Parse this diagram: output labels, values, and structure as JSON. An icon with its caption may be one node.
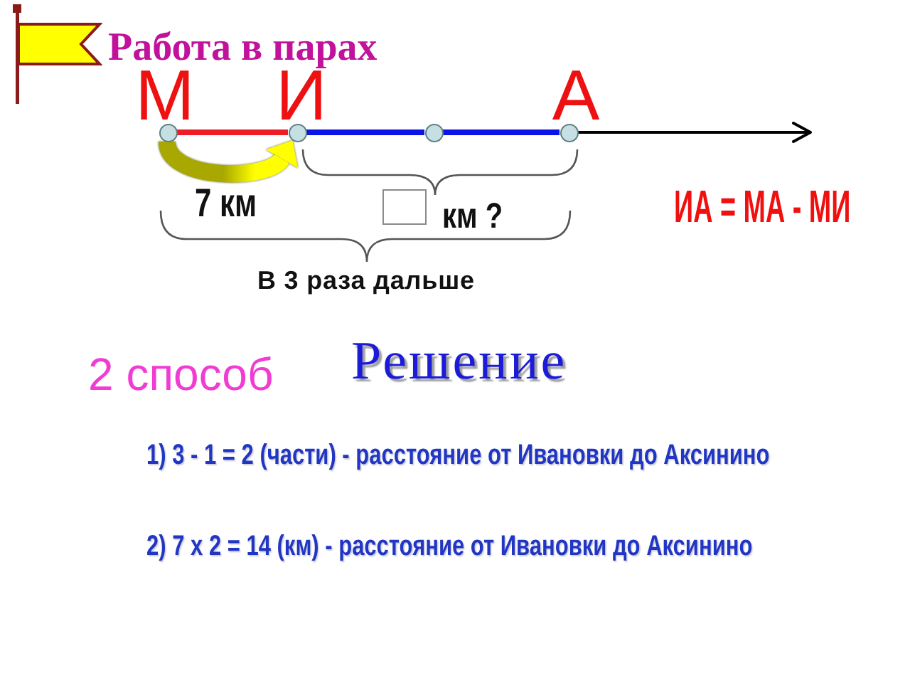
{
  "diagram": {
    "title": "Работа в парах",
    "nodes": [
      {
        "text": [],
        "shape": "circle",
        "beside": [
          "М"
        ]
      },
      {
        "text": [],
        "shape": "circle",
        "beside": [
          "И"
        ]
      },
      {
        "text": [],
        "shape": "circle"
      },
      {
        "text": [],
        "shape": "circle",
        "beside": [
          "А"
        ]
      }
    ],
    "edges": [
      {
        "from": 0,
        "to": 1,
        "arrow": "none",
        "color": "#ee1c24"
      },
      {
        "from": 1,
        "to": 2,
        "arrow": "none",
        "color": "#0a14e6"
      },
      {
        "from": 2,
        "to": 3,
        "arrow": "none",
        "color": "#0a14e6"
      },
      {
        "from": 3,
        "to": null,
        "arrow": "to",
        "color": "#000000"
      },
      {
        "from": 0,
        "to": 1,
        "arrow": "to",
        "style": "thick",
        "color": "#ffff00"
      }
    ],
    "labels": [
      "7 км",
      "км ?",
      "ИА = МА - МИ",
      "В 3 раза дальше",
      "2 способ",
      "Решение",
      "1) 3 - 1 = 2 (части) - расстояние от Ивановки до Аксинино",
      "2) 7 х 2 = 14 (км) - расстояние от Ивановки до Аксинино"
    ]
  }
}
